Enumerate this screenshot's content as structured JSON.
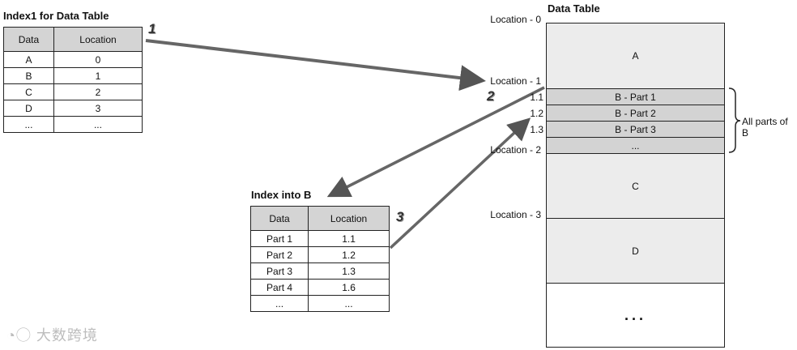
{
  "index1": {
    "title": "Index1 for Data Table",
    "headers": [
      "Data",
      "Location"
    ],
    "rows": [
      [
        "A",
        "0"
      ],
      [
        "B",
        "1"
      ],
      [
        "C",
        "2"
      ],
      [
        "D",
        "3"
      ],
      [
        "...",
        "..."
      ]
    ]
  },
  "index_b": {
    "title": "Index into B",
    "headers": [
      "Data",
      "Location"
    ],
    "rows": [
      [
        "Part 1",
        "1.1"
      ],
      [
        "Part 2",
        "1.2"
      ],
      [
        "Part 3",
        "1.3"
      ],
      [
        "Part 4",
        "1.6"
      ],
      [
        "...",
        "..."
      ]
    ]
  },
  "data_table": {
    "title": "Data Table",
    "locations": [
      "Location - 0",
      "Location - 1",
      "Location - 2",
      "Location - 3"
    ],
    "sub_locations": [
      "1.1",
      "1.2",
      "1.3"
    ],
    "cells": {
      "a": "A",
      "b_part1": "B - Part 1",
      "b_part2": "B - Part 2",
      "b_part3": "B - Part 3",
      "b_more": "...",
      "c": "C",
      "d": "D",
      "tail": "..."
    },
    "brace_label": "All parts of B"
  },
  "steps": [
    "1",
    "2",
    "3"
  ],
  "watermark": "大数跨境"
}
